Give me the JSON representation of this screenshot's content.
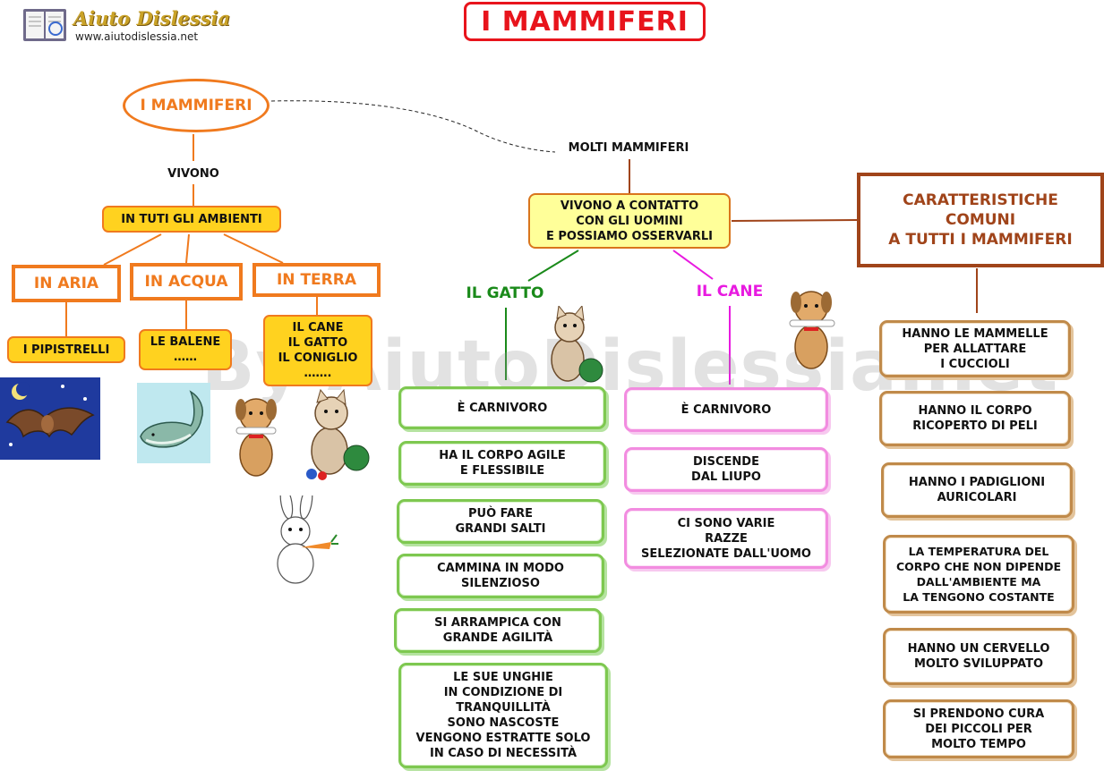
{
  "header": {
    "title": "I MAMMIFERI",
    "logo_name": "Aiuto Dislessia",
    "logo_url": "www.aiutodislessia.net"
  },
  "watermark": "By AiutoDislessia.net",
  "left_branch": {
    "root": "I MAMMIFERI",
    "link_label": "VIVONO",
    "habitat": "IN TUTI GLI AMBIENTI",
    "environments": [
      {
        "label": "IN ARIA",
        "examples": "I PIPISTRELLI"
      },
      {
        "label": "IN ACQUA",
        "examples": "LE BALENE\n……"
      },
      {
        "label": "IN TERRA",
        "examples": "IL CANE\nIL GATTO\nIL CONIGLIO\n……."
      }
    ]
  },
  "middle_branch": {
    "link_label": "MOLTI MAMMIFERI",
    "box": "VIVONO A CONTATTO\nCON GLI UOMINI\nE POSSIAMO OSSERVARLI",
    "gatto": {
      "label": "IL GATTO",
      "traits": [
        "È CARNIVORO",
        "HA IL CORPO AGILE\nE FLESSIBILE",
        "PUÒ FARE\nGRANDI SALTI",
        "CAMMINA IN MODO\nSILENZIOSO",
        "SI ARRAMPICA CON\nGRANDE AGILITÀ",
        "LE SUE UNGHIE\nIN CONDIZIONE DI\nTRANQUILLITÀ\nSONO NASCOSTE\nVENGONO ESTRATTE SOLO\nIN CASO DI NECESSITÀ"
      ]
    },
    "cane": {
      "label": "IL CANE",
      "traits": [
        "È CARNIVORO",
        "DISCENDE\nDAL LIUPO",
        "CI SONO VARIE\nRAZZE\nSELEZIONATE DALL'UOMO"
      ]
    }
  },
  "right_branch": {
    "title": "CARATTERISTICHE\nCOMUNI\nA TUTTI I MAMMIFERI",
    "items": [
      "HANNO LE MAMMELLE\nPER ALLATTARE\nI CUCCIOLI",
      "HANNO IL CORPO\nRICOPERTO DI PELI",
      "HANNO I PADIGLIONI\nAURICOLARI",
      "LA TEMPERATURA DEL\nCORPO CHE NON DIPENDE\nDALL'AMBIENTE MA\nLA TENGONO COSTANTE",
      "HANNO UN CERVELLO\nMOLTO SVILUPPATO",
      "SI PRENDONO CURA\nDEI PICCOLI PER\nMOLTO TEMPO"
    ]
  },
  "colors": {
    "title_red": "#e8141c",
    "orange": "#f07a1e",
    "yellow": "#ffd21f",
    "gatto_green": "#1a8a1a",
    "cane_magenta": "#e81ae0",
    "brown": "#a0441a"
  },
  "illustrations": [
    "bat-illustration",
    "whale-illustration",
    "dog-illustration",
    "cat-illustration",
    "rabbit-illustration"
  ]
}
